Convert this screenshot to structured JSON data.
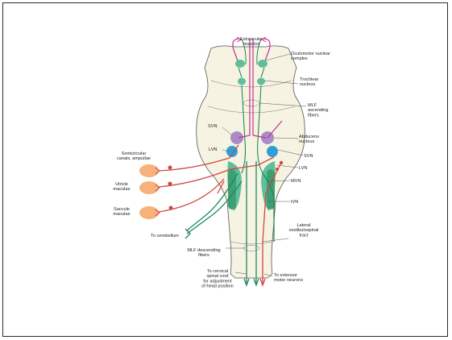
{
  "labels": {
    "extraocular": [
      "Extraocular",
      "muscles"
    ],
    "oculomotor": [
      "Oculomotor nuclear",
      "complex"
    ],
    "trochlear": [
      "Trochlear",
      "nucleus"
    ],
    "mlf_asc": [
      "MLF",
      "ascending",
      "fibers"
    ],
    "abducens": [
      "Abducens",
      "nucleus"
    ],
    "svn_left": [
      "SVN"
    ],
    "svn_right": [
      "SVN"
    ],
    "lvn_left": [
      "LVN"
    ],
    "lvn_right": [
      "LVN"
    ],
    "mvn": [
      "MVN"
    ],
    "ivn": [
      "IVN"
    ],
    "semicircular": [
      "Semicircular",
      "canals, ampullae"
    ],
    "utricle": [
      "Utricle",
      "maculae"
    ],
    "saccule": [
      "Saccule",
      "maculae"
    ],
    "lateral_vs": [
      "Lateral",
      "vestibulospinal",
      "tract"
    ],
    "cerebellum": [
      "To cerebellum"
    ],
    "mlf_desc": [
      "MLF descending",
      "fibers"
    ],
    "cervical": [
      "To cervical",
      "spinal cord",
      "for adjustment",
      "of head position"
    ],
    "extensor": [
      "To extensor",
      "motor neurons"
    ]
  },
  "colors": {
    "pathway_green": "#1f8a5a",
    "pathway_red": "#d4453f",
    "pathway_magenta": "#c2318f",
    "nucleus_teal": "#5fbf9c",
    "nucleus_blue": "#2f9fd8",
    "nucleus_purple": "#a88bc7",
    "receptor_orange": "#f6b27a",
    "brainstem_fill": "#f7f3e2",
    "outline": "#555555"
  }
}
